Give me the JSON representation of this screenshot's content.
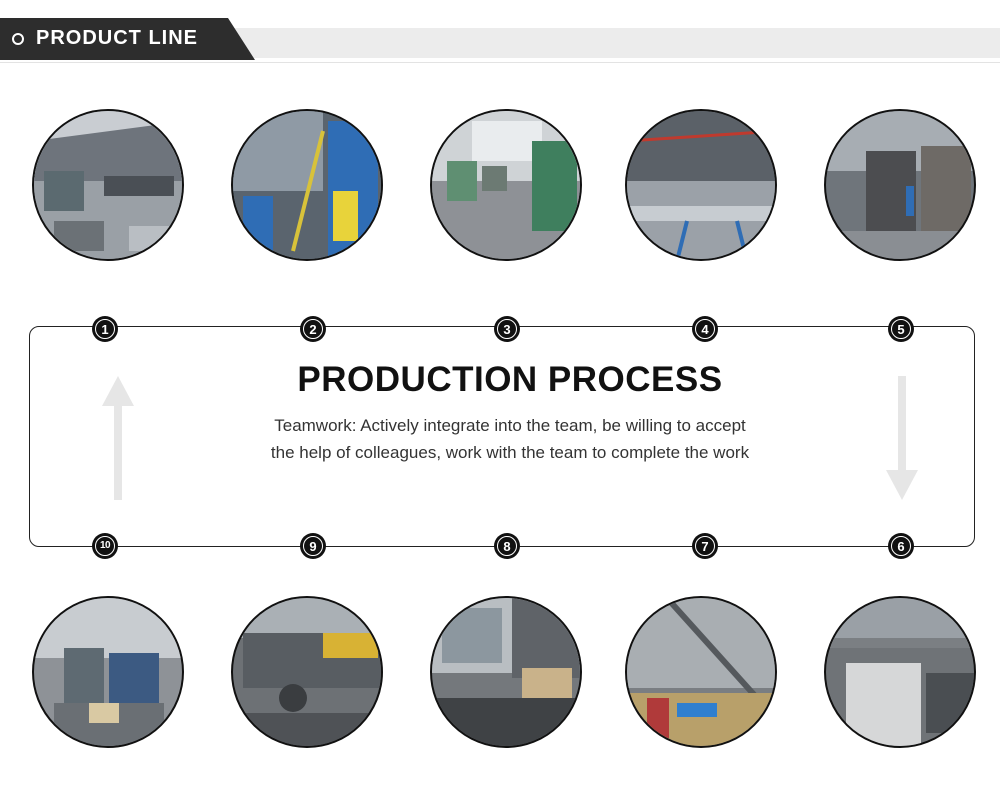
{
  "header": {
    "title": "PRODUCT LINE"
  },
  "process": {
    "title": "PRODUCTION PROCESS",
    "description": "Teamwork: Actively integrate into the team, be willing to accept the help of colleagues, work with the team to complete the work"
  },
  "steps": [
    "1",
    "2",
    "3",
    "4",
    "5",
    "6",
    "7",
    "8",
    "9",
    "10"
  ],
  "colors": {
    "banner_dark": "#2d2d2d",
    "banner_band": "#ececec",
    "text_dark": "#111111",
    "arrow_gray": "#e6e6e6"
  }
}
